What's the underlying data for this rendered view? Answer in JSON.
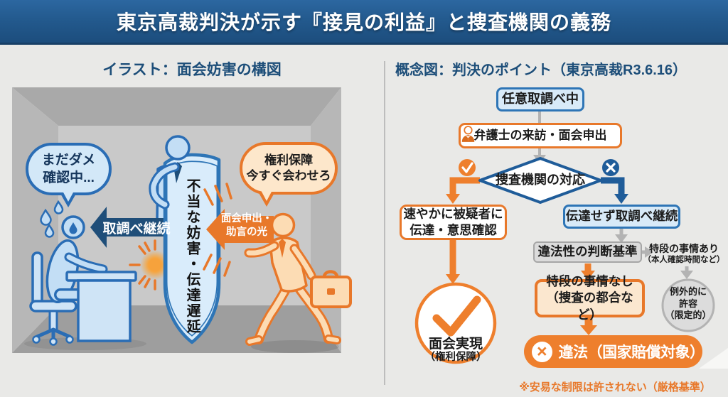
{
  "header": {
    "title": "東京高裁判決が示す『接見の利益』と捜査機関の義務"
  },
  "illustration": {
    "title": "イラスト：面会妨害の構図",
    "suspect_bubble": "まだダメ\n確認中...",
    "interrogation_arrow_label": "取調べ継続",
    "shield_label": "不当な妨害・伝達遅延",
    "light_arrow_label": "面会申出・\n助言の光",
    "lawyer_bubble": "権利保障\n今すぐ会わせろ"
  },
  "flowchart": {
    "title": "概念図：判決のポイント（東京高裁R3.6.16）",
    "start": "任意取調べ中",
    "visit": "弁護士の来訪・面会申出",
    "decision": "捜査機関の対応",
    "convey": "速やかに被疑者に\n伝達・意思確認",
    "no_convey": "伝達せず取調べ継続",
    "criteria": "違法性の判断基準",
    "special_yes": {
      "title": "特段の事情あり",
      "sub": "（本人確認時間など）"
    },
    "special_no": "特段の事情なし\n（捜査の都合など）",
    "exception": "例外的に\n許容\n（限定的）",
    "meeting": {
      "title": "面会実現",
      "sub": "（権利保障）"
    },
    "illegal": {
      "label": "違法（国家賠償対象）",
      "mark": "×"
    },
    "note": "※安易な制限は許されない（厳格基準）"
  },
  "icons": {
    "visit_person": "lawyer-icon",
    "decision_yes": "check-icon",
    "decision_no": "cross-icon",
    "meeting_mark": "check-icon",
    "illegal_mark": "cross-icon"
  },
  "colors": {
    "header_bg": "#235a8e",
    "navy": "#1f4e79",
    "blue_border": "#2e75b6",
    "light_blue": "#d8eaf8",
    "orange": "#e8782a",
    "light_orange": "#fde7cb",
    "gray_box": "#dbdbdb",
    "gray_arrow": "#b3b3b3"
  }
}
